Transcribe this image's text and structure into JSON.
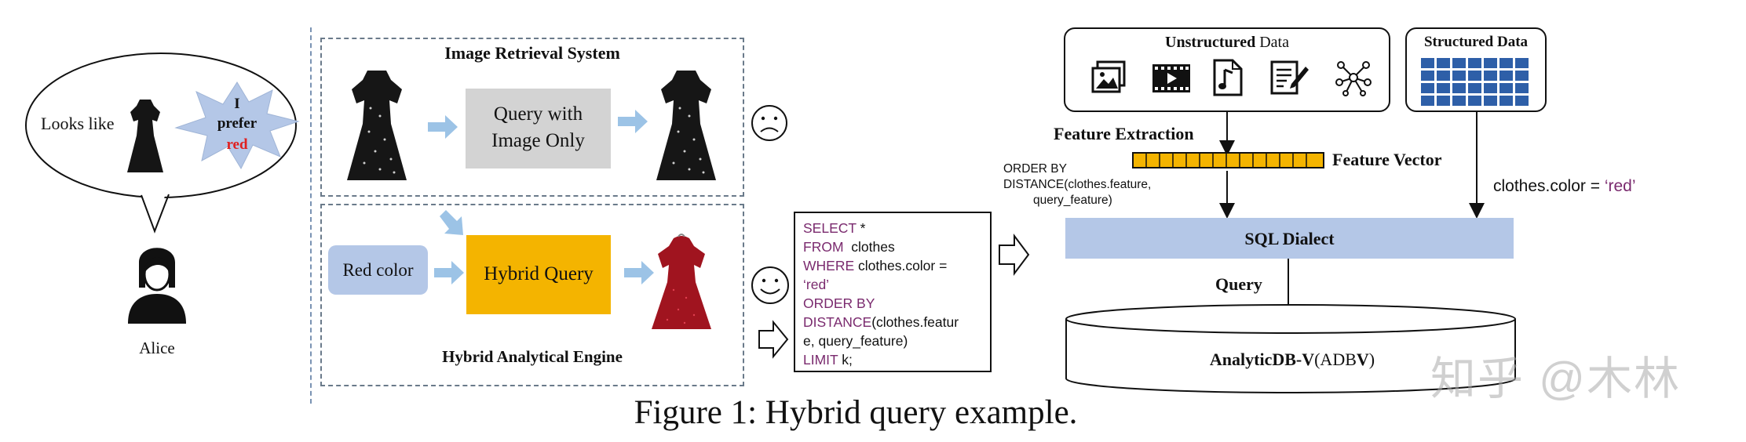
{
  "speech": {
    "looks_like": "Looks like",
    "starburst_line1": "I",
    "starburst_line2": "prefer",
    "starburst_red": "red"
  },
  "user": {
    "name": "Alice"
  },
  "image_retrieval": {
    "title": "Image Retrieval System",
    "query_box_line1": "Query with",
    "query_box_line2": "Image Only"
  },
  "hybrid_engine": {
    "title": "Hybrid Analytical Engine",
    "red_color": "Red color",
    "hybrid_query": "Hybrid Query"
  },
  "sql": {
    "l1a": "SELECT",
    "l1b": " *",
    "l2a": "FROM",
    "l2b": "  clothes",
    "l3a": "WHERE",
    "l3b": " clothes.color =",
    "l4": "‘red’",
    "l5": "ORDER BY",
    "l6a": "DISTANCE",
    "l6b": "(clothes.featur",
    "l7": "e, query_feature)",
    "l8a": "LIMIT",
    "l8b": " k;"
  },
  "right": {
    "unstructured_a": "Unstructured",
    "unstructured_b": " Data",
    "structured": "Structured Data",
    "feature_extraction": "Feature Extraction",
    "feature_vector": "Feature Vector",
    "order_by_1": "ORDER BY",
    "order_by_2": "DISTANCE(clothes.feature,",
    "order_by_3": "query_feature)",
    "color_cond_a": "clothes.color = ",
    "color_cond_b": "‘red’",
    "sql_dialect": "SQL Dialect",
    "query": "Query",
    "db_a": "AnalyticDB-V",
    "db_b": "(ADB",
    "db_c": "V",
    "db_d": ")"
  },
  "watermark": "知乎 @木林",
  "caption": "Figure 1: Hybrid query example.",
  "colors": {
    "arrow_blue": "#9cc3e6",
    "query_gray": "#d3d3d3",
    "hybrid_yellow": "#f4b400",
    "red_color_box": "#b4c7e7",
    "sql_dialect_box": "#b4c7e7",
    "starburst": "#b4c7e7",
    "structured_grid": "#2e5fa8",
    "sql_purple": "#7a2a6e"
  }
}
